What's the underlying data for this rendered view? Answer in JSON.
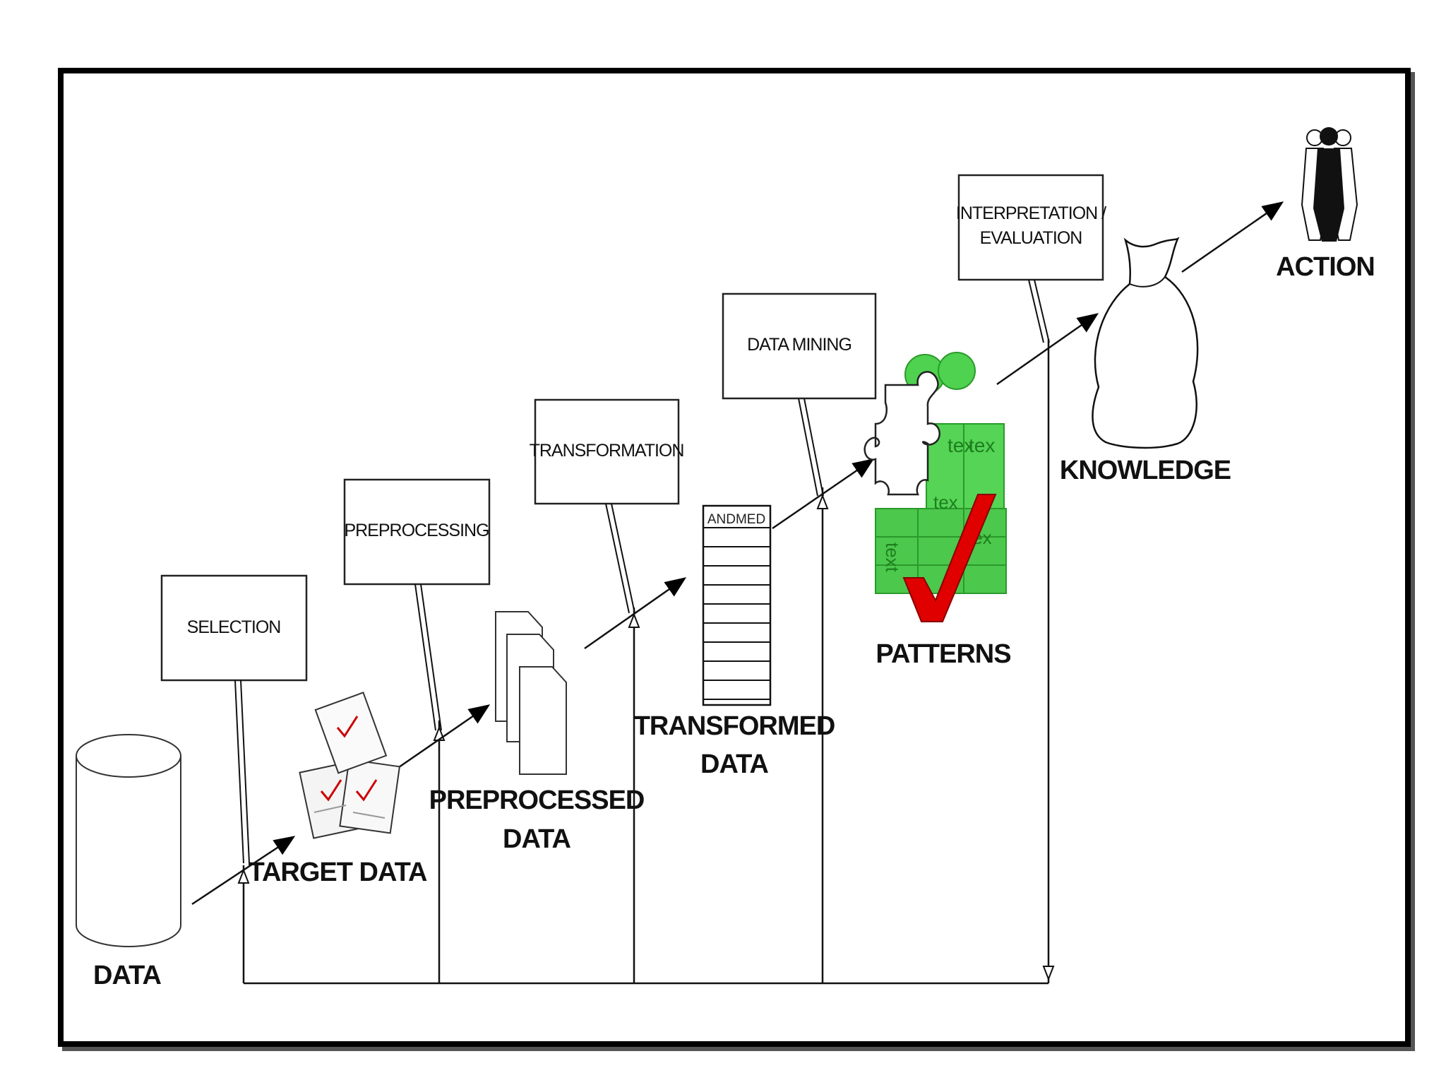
{
  "steps": {
    "selection": "SELECTION",
    "preprocessing": "PREPROCESSING",
    "transformation": "TRANSFORMATION",
    "data_mining": "DATA MINING",
    "interpretation_line1": "INTERPRETATION /",
    "interpretation_line2": "EVALUATION"
  },
  "nodes": {
    "data": "DATA",
    "target_data": "TARGET DATA",
    "preprocessed_line1": "PREPROCESSED",
    "preprocessed_line2": "DATA",
    "transformed_line1": "TRANSFORMED",
    "transformed_line2": "DATA",
    "patterns": "PATTERNS",
    "knowledge": "KNOWLEDGE",
    "action": "ACTION"
  },
  "table_header": "ANDMED",
  "puzzle_text": [
    "tex",
    "tex",
    "tex",
    "text",
    "tex"
  ],
  "colors": {
    "line": "#111111",
    "pattern_green": "#3cc63c",
    "check_red": "#e00000"
  }
}
